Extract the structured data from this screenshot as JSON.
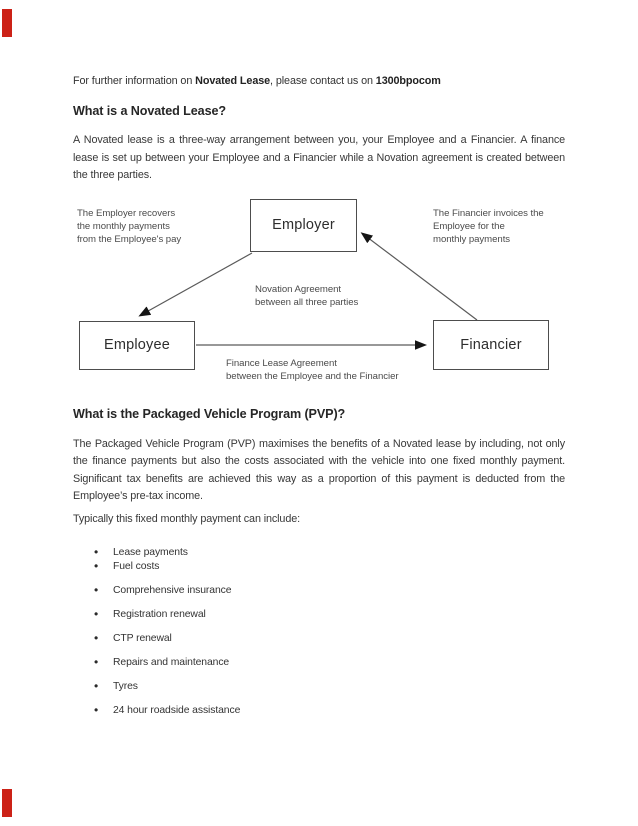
{
  "contact": {
    "part1": "For further information on ",
    "bold1": "Novated Lease",
    "part2": ", please contact us on ",
    "bold2": "1300bpocom"
  },
  "section_novated": {
    "heading": "What is a Novated Lease?",
    "body": "A Novated lease is a three-way arrangement between you, your Employee and a Financier. A finance lease is set up between your Employee and a Financier while a Novation agreement is created between the three parties."
  },
  "diagram": {
    "employer_label": "Employer",
    "employee_label": "Employee",
    "financier_label": "Financier",
    "note_left": "The Employer recovers\nthe monthly payments\nfrom the Employee's pay",
    "note_right": "The Financier invoices the\nEmployee for the\nmonthly payments",
    "note_center": "Novation Agreement\nbetween all three parties",
    "note_bottom": "Finance Lease Agreement\nbetween the Employee and the Financier"
  },
  "section_pvp": {
    "heading": "What is the Packaged Vehicle Program (PVP)?",
    "body": "The Packaged Vehicle Program (PVP) maximises the benefits of a Novated lease by including, not only the finance payments but also the costs associated with the vehicle into one fixed monthly payment. Significant tax benefits are achieved this way as a proportion of this payment is deducted from the Employee’s pre-tax income.",
    "list_intro": "Typically this fixed monthly payment can include:",
    "bullets": [
      "Lease payments",
      "Fuel costs",
      "Comprehensive insurance",
      "Registration renewal",
      "CTP renewal",
      "Repairs and maintenance",
      "Tyres",
      "24 hour roadside assistance"
    ]
  },
  "colors": {
    "edge_marker": "#cc2217",
    "diagram_line": "#5a5a5a",
    "arrowhead": "#151515"
  }
}
